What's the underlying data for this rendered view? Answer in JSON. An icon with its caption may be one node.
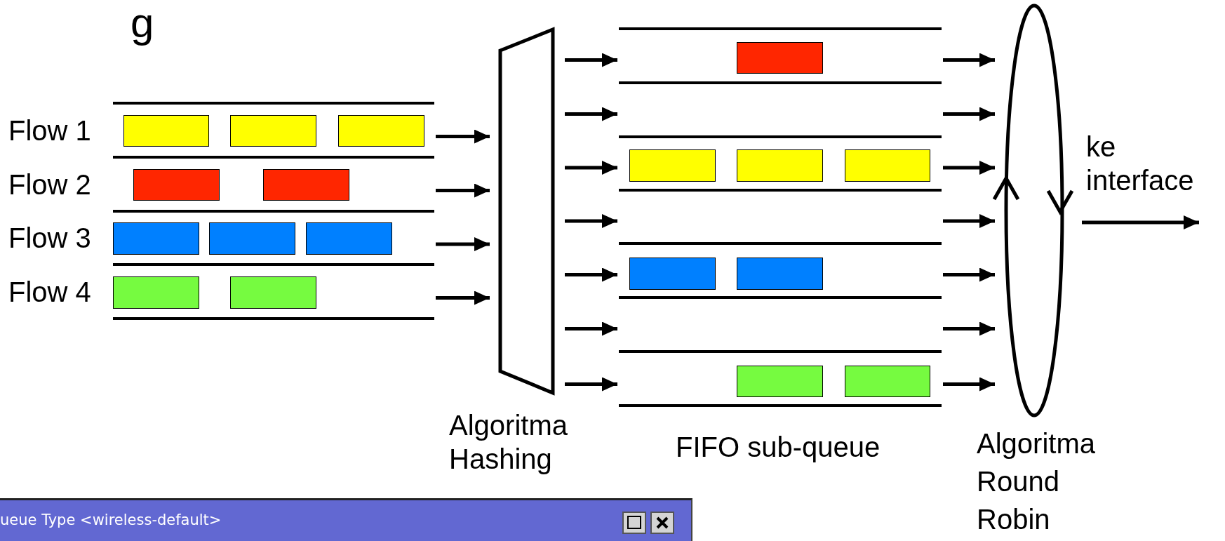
{
  "diagram": {
    "nodes": [
      {
        "text": [
          "Flow 1"
        ]
      },
      {
        "text": [],
        "shape": "box",
        "in": 0
      },
      {
        "text": [],
        "shape": "box",
        "in": 0
      },
      {
        "text": [],
        "shape": "box",
        "in": 0
      },
      {
        "text": [
          "Flow 2"
        ]
      },
      {
        "text": [],
        "shape": "box",
        "in": 4
      },
      {
        "text": [],
        "shape": "box",
        "in": 4
      },
      {
        "text": [
          "Flow 3"
        ]
      },
      {
        "text": [],
        "shape": "box",
        "in": 7
      },
      {
        "text": [],
        "shape": "box",
        "in": 7
      },
      {
        "text": [],
        "shape": "box",
        "in": 7
      },
      {
        "text": [
          "Flow 4"
        ]
      },
      {
        "text": [],
        "shape": "box",
        "in": 11
      },
      {
        "text": [],
        "shape": "box",
        "in": 11
      },
      {
        "text": [
          "Algoritma Hashing"
        ]
      },
      {
        "text": [],
        "shape": "bar"
      },
      {
        "text": [],
        "shape": "box",
        "in": 15
      },
      {
        "text": [],
        "shape": "bar"
      },
      {
        "text": [],
        "shape": "bar"
      },
      {
        "text": [],
        "shape": "box",
        "in": 18
      },
      {
        "text": [],
        "shape": "box",
        "in": 18
      },
      {
        "text": [],
        "shape": "box",
        "in": 18
      },
      {
        "text": [],
        "shape": "bar"
      },
      {
        "text": [],
        "shape": "bar"
      },
      {
        "text": [],
        "shape": "box",
        "in": 23
      },
      {
        "text": [],
        "shape": "box",
        "in": 23
      },
      {
        "text": [],
        "shape": "bar"
      },
      {
        "text": [],
        "shape": "bar"
      },
      {
        "text": [],
        "shape": "box",
        "in": 27
      },
      {
        "text": [],
        "shape": "box",
        "in": 27
      },
      {
        "text": [
          "Algoritma Round Robin"
        ]
      }
    ],
    "edges": [
      {
        "from": 0,
        "to": 14,
        "arrow": "to"
      },
      {
        "from": 4,
        "to": 14,
        "arrow": "to"
      },
      {
        "from": 7,
        "to": 14,
        "arrow": "to"
      },
      {
        "from": 11,
        "to": 14,
        "arrow": "to"
      },
      {
        "from": 14,
        "to": 15,
        "arrow": "to"
      },
      {
        "from": 14,
        "to": 17,
        "arrow": "to"
      },
      {
        "from": 14,
        "to": 18,
        "arrow": "to"
      },
      {
        "from": 14,
        "to": 22,
        "arrow": "to"
      },
      {
        "from": 14,
        "to": 23,
        "arrow": "to"
      },
      {
        "from": 14,
        "to": 26,
        "arrow": "to"
      },
      {
        "from": 14,
        "to": 27,
        "arrow": "to"
      },
      {
        "from": 15,
        "to": 30,
        "arrow": "to"
      },
      {
        "from": 17,
        "to": 30,
        "arrow": "to"
      },
      {
        "from": 18,
        "to": 30,
        "arrow": "to"
      },
      {
        "from": 22,
        "to": 30,
        "arrow": "to"
      },
      {
        "from": 23,
        "to": 30,
        "arrow": "to"
      },
      {
        "from": 26,
        "to": 30,
        "arrow": "to"
      },
      {
        "from": 27,
        "to": 30,
        "arrow": "to"
      },
      {
        "from": 30,
        "to": null,
        "arrow": "to",
        "label": "ke interface"
      }
    ],
    "labels": [
      "g",
      "FIFO sub-queue",
      "ueue Type <wireless-default>"
    ]
  }
}
